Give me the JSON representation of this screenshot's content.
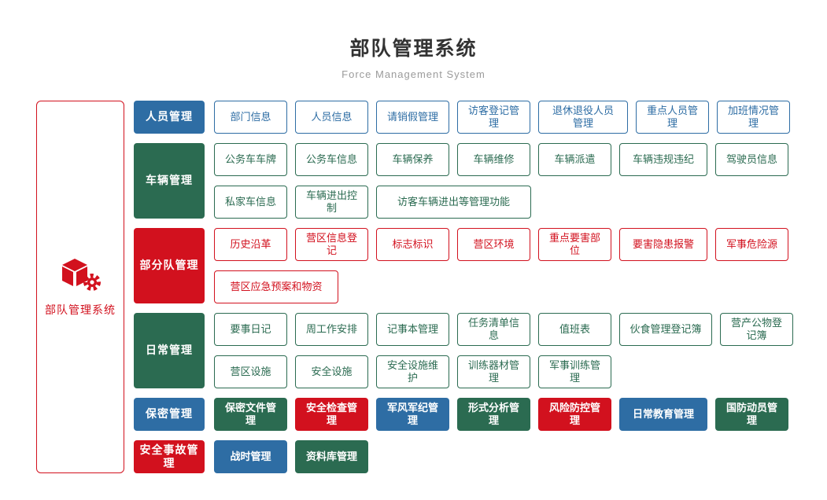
{
  "colors": {
    "blue": "#2e6da4",
    "green": "#2b6b51",
    "red": "#d2111e",
    "title": "#333333",
    "subtitle": "#9b9b9b"
  },
  "header": {
    "title": "部队管理系统",
    "subtitle": "Force Management System"
  },
  "root": {
    "label": "部队管理系统",
    "icon": "cube-gear-icon",
    "color": "red"
  },
  "rows": [
    {
      "id": "personnel",
      "category": {
        "label": "人员管理",
        "color": "blue"
      },
      "lines": [
        [
          {
            "label": "部门信息"
          },
          {
            "label": "人员信息"
          },
          {
            "label": "请销假管理"
          },
          {
            "label": "访客登记管理"
          },
          {
            "label": "退休退役人员管理",
            "w": 114
          },
          {
            "label": "重点人员管理"
          },
          {
            "label": "加班情况管理"
          }
        ]
      ]
    },
    {
      "id": "vehicle",
      "category": {
        "label": "车辆管理",
        "color": "green"
      },
      "lines": [
        [
          {
            "label": "公务车车牌"
          },
          {
            "label": "公务车信息"
          },
          {
            "label": "车辆保养"
          },
          {
            "label": "车辆维修"
          },
          {
            "label": "车辆派遣"
          },
          {
            "label": "车辆违规违纪",
            "w": 112
          },
          {
            "label": "驾驶员信息"
          }
        ],
        [
          {
            "label": "私家车信息"
          },
          {
            "label": "车辆进出控制"
          },
          {
            "label": "访客车辆进出等管理功能",
            "w": 197
          }
        ]
      ]
    },
    {
      "id": "unit",
      "category": {
        "label": "部分队管理",
        "color": "red"
      },
      "lines": [
        [
          {
            "label": "历史沿革"
          },
          {
            "label": "营区信息登记"
          },
          {
            "label": "标志标识"
          },
          {
            "label": "营区环境"
          },
          {
            "label": "重点要害部位"
          },
          {
            "label": "要害隐患报警",
            "w": 112
          },
          {
            "label": "军事危险源"
          }
        ],
        [
          {
            "label": "营区应急预案和物资",
            "w": 158
          }
        ]
      ]
    },
    {
      "id": "daily",
      "category": {
        "label": "日常管理",
        "color": "green"
      },
      "lines": [
        [
          {
            "label": "要事日记"
          },
          {
            "label": "周工作安排"
          },
          {
            "label": "记事本管理"
          },
          {
            "label": "任务清单信息"
          },
          {
            "label": "值班表"
          },
          {
            "label": "伙食管理登记簿",
            "w": 118
          },
          {
            "label": "营产公物登记簿"
          }
        ],
        [
          {
            "label": "营区设施"
          },
          {
            "label": "安全设施"
          },
          {
            "label": "安全设施维护"
          },
          {
            "label": "训练器材管理"
          },
          {
            "label": "军事训练管理"
          }
        ]
      ]
    },
    {
      "id": "secrecy",
      "category": {
        "label": "保密管理",
        "color": "blue"
      },
      "lines": [
        [
          {
            "label": "保密文件管理",
            "color": "green",
            "solid": true
          },
          {
            "label": "安全检查管理",
            "color": "red",
            "solid": true
          },
          {
            "label": "军风军纪管理",
            "color": "blue",
            "solid": true
          },
          {
            "label": "形式分析管理",
            "color": "green",
            "solid": true
          },
          {
            "label": "风险防控管理",
            "color": "red",
            "solid": true
          },
          {
            "label": "日常教育管理",
            "color": "blue",
            "solid": true,
            "w": 112
          },
          {
            "label": "国防动员管理",
            "color": "green",
            "solid": true
          }
        ]
      ]
    },
    {
      "id": "accident",
      "category": {
        "label": "安全事故管理",
        "color": "red"
      },
      "lines": [
        [
          {
            "label": "战时管理",
            "color": "blue",
            "solid": true
          },
          {
            "label": "资料库管理",
            "color": "green",
            "solid": true
          }
        ]
      ]
    }
  ]
}
